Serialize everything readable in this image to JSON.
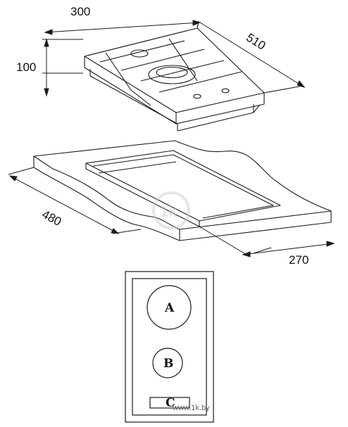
{
  "dimensions": {
    "hob_width": "300",
    "hob_height": "100",
    "hob_depth": "510",
    "cutout_depth": "480",
    "cutout_width": "270"
  },
  "zones": {
    "zone_a": "A",
    "zone_b": "B",
    "zone_c": "C"
  },
  "watermark": {
    "text": "www.1k.by",
    "logo_text": "1k"
  },
  "colors": {
    "line": "#1a1a1a",
    "watermark": "#c8c8c8"
  }
}
